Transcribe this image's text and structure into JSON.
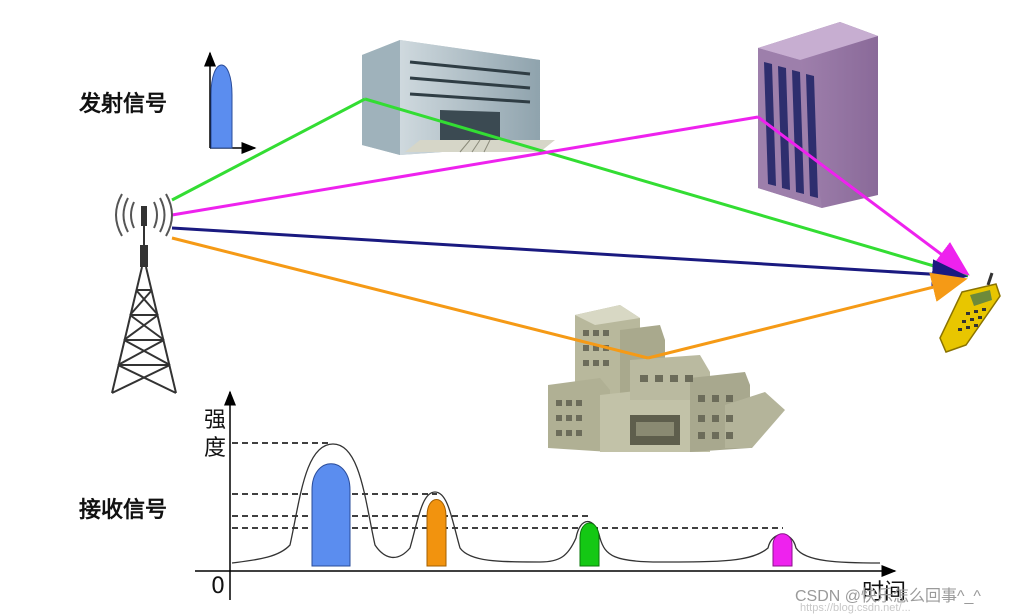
{
  "labels": {
    "transmit_signal": "发射信号",
    "receive_signal": "接收信号",
    "axis_strength_1": "强",
    "axis_strength_2": "度",
    "axis_origin": "0",
    "axis_time": "时间"
  },
  "watermark": {
    "main": "CSDN @快乐怎么回事^_^",
    "faint": "https://blog.csdn.net/..."
  },
  "colors": {
    "path_green": "#33dd33",
    "path_magenta": "#ee22ee",
    "path_navy": "#1a1a80",
    "path_orange": "#f59a16",
    "pulse_blue": "#5b8def",
    "pulse_orange": "#f2930e",
    "pulse_green": "#14c814",
    "pulse_magenta": "#ee22ee"
  },
  "icons": {
    "tower": "radio-tower-icon",
    "building_left": "office-building-icon",
    "building_right": "tower-building-icon",
    "buildings_bottom": "city-buildings-icon",
    "phone": "mobile-phone-icon"
  }
}
